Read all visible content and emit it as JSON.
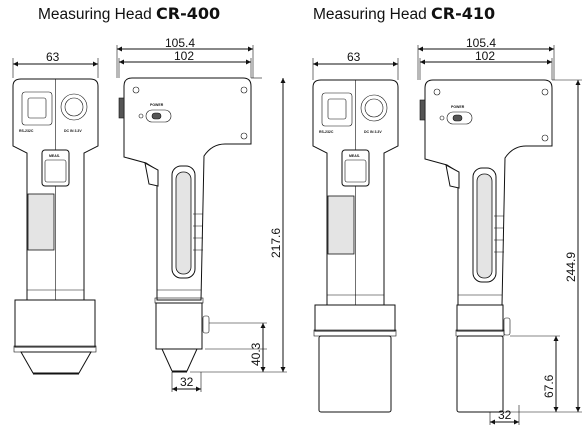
{
  "titles": {
    "left": {
      "prefix": "Measuring Head ",
      "model": "CR-400"
    },
    "right": {
      "prefix": "Measuring Head ",
      "model": "CR-410"
    }
  },
  "cr400": {
    "dims": {
      "front_width": "63",
      "overall_width": "105.4",
      "body_width": "102",
      "height": "217.6",
      "head_height": "40.3",
      "aperture": "32"
    },
    "labels": {
      "power": "POWER",
      "left_port": "RS-232C",
      "right_port": "DC IN 3.3V",
      "meas": "MEAS."
    }
  },
  "cr410": {
    "dims": {
      "front_width": "63",
      "overall_width": "105.4",
      "body_width": "102",
      "height": "244.9",
      "head_height": "67.6",
      "aperture": "32"
    },
    "labels": {
      "power": "POWER",
      "left_port": "RS-232C",
      "right_port": "DC IN 3.3V",
      "meas": "MEAS."
    }
  }
}
